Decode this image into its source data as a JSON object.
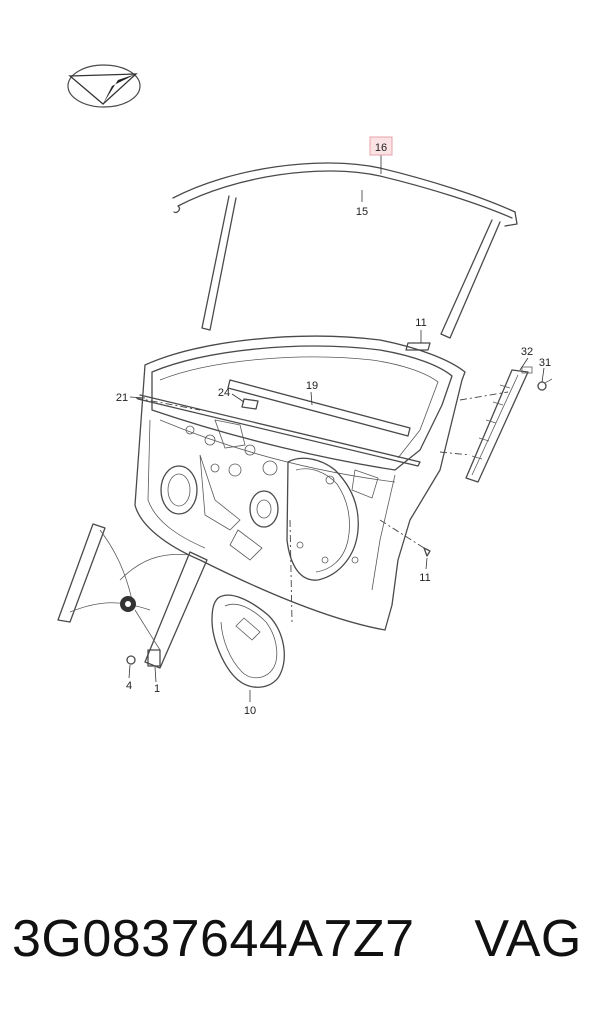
{
  "diagram": {
    "callouts": {
      "c16": "16",
      "c15": "15",
      "c11_top": "11",
      "c32": "32",
      "c31": "31",
      "c21": "21",
      "c19": "19",
      "c24": "24",
      "c11_bottom": "11",
      "c4": "4",
      "c1": "1",
      "c10": "10"
    },
    "highlight_color": "#e8a3a8",
    "highlight_fill": "#fbe3e5",
    "logo_icon": "arrow-ellipse-logo"
  },
  "footer": {
    "part_number": "3G0837644A7Z7",
    "brand": "VAG"
  }
}
